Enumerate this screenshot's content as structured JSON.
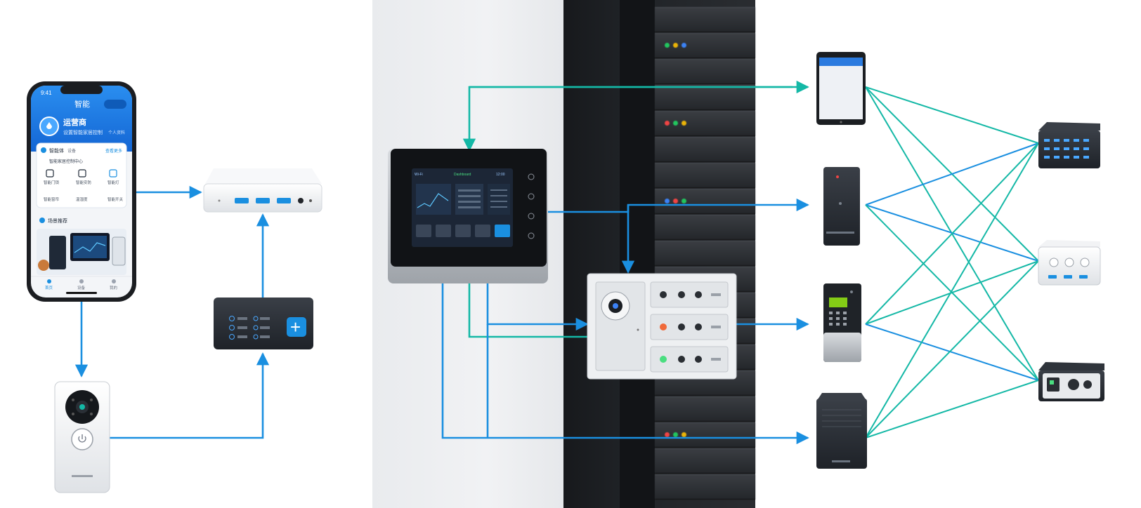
{
  "phone": {
    "header_title": "智能",
    "profile_name": "运营商",
    "profile_sub": "设置智能家居控制",
    "profile_link": "个人资料",
    "card_title": "智能体",
    "card_tag": "设备",
    "card_link": "查看更多",
    "card_subtitle": "智能家居控制中心",
    "icon_labels": [
      "智能门锁",
      "智能安防",
      "智能灯"
    ],
    "icon_labels_2": [
      "智能窗帘",
      "温湿度",
      "智能开关"
    ],
    "section2_title": "场景推荐",
    "nav": [
      "首页",
      "设备",
      "我的"
    ],
    "status_time": "9:41"
  },
  "controller_panel": {
    "wifi": "Wi-Fi",
    "header": "Dashboard",
    "time": "12:00"
  },
  "colors": {
    "blue": "#1a8fe0",
    "teal": "#14b8a6",
    "wall": "#eceef1",
    "rack": "#1c1f23"
  },
  "nodes": [
    {
      "name": "smartphone-app"
    },
    {
      "name": "usb-hub"
    },
    {
      "name": "control-box"
    },
    {
      "name": "video-doorbell"
    },
    {
      "name": "wall-touch-panel"
    },
    {
      "name": "switch-control-panel"
    },
    {
      "name": "tablet"
    },
    {
      "name": "tower-unit"
    },
    {
      "name": "access-keypad"
    },
    {
      "name": "mini-server"
    },
    {
      "name": "keypad-box"
    },
    {
      "name": "multi-port-hub"
    },
    {
      "name": "audio-interface"
    }
  ]
}
